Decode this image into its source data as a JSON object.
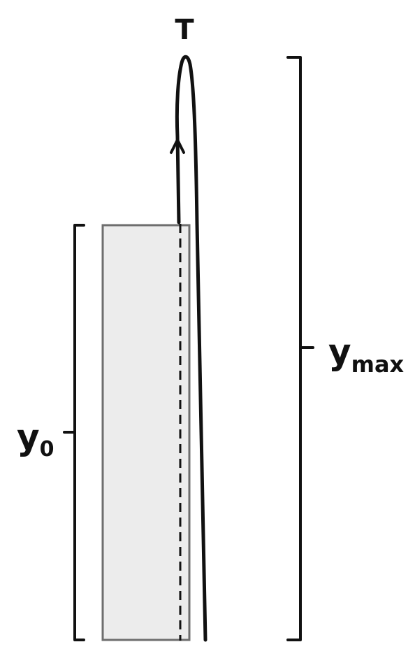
{
  "labels": {
    "apex": "T",
    "initial_height_var": "y",
    "initial_height_sub": "0",
    "max_height_var": "y",
    "max_height_sub": "max"
  },
  "colors": {
    "ink": "#111111",
    "block_fill": "#ececec",
    "block_stroke": "#6e6e6e"
  },
  "icons": {
    "arrowhead": "up-arrow-icon"
  }
}
